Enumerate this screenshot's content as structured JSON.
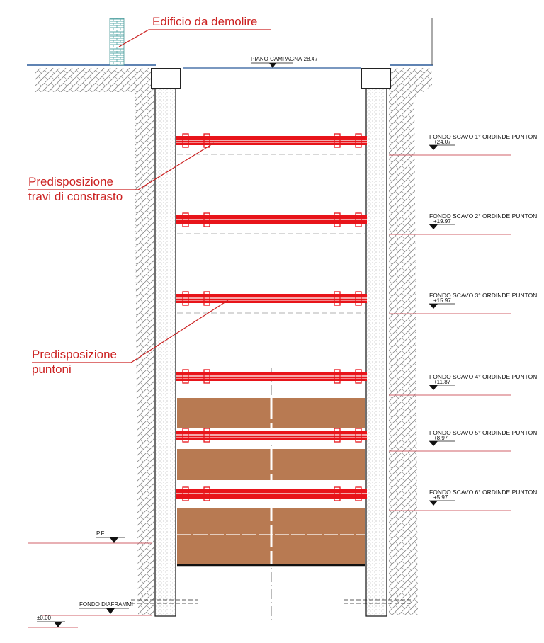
{
  "callouts": {
    "building": "Edificio da demolire",
    "beams_line1": "Predisposizione",
    "beams_line2": "travi di constrasto",
    "struts_line1": "Predisposizione",
    "struts_line2": "puntoni"
  },
  "ground": {
    "label": "PIANO CAMPAGNA",
    "elevation": "+28.47"
  },
  "levels": [
    {
      "label": "FONDO SCAVO 1° ORDINDE PUNTONI",
      "elevation": "+24.07"
    },
    {
      "label": "FONDO SCAVO 2° ORDINDE PUNTONI",
      "elevation": "+19.97"
    },
    {
      "label": "FONDO SCAVO 3° ORDINDE PUNTONI",
      "elevation": "+15.97"
    },
    {
      "label": "FONDO SCAVO 4° ORDINDE PUNTONI",
      "elevation": "+11.87"
    },
    {
      "label": "FONDO SCAVO 5° ORDINDE PUNTONI",
      "elevation": "+8.97"
    },
    {
      "label": "FONDO SCAVO 6° ORDINDE PUNTONI",
      "elevation": "+5.97"
    }
  ],
  "markers": {
    "pf": "P.F.",
    "wall_base": "FONDO DIAFRAMMI",
    "datum": "±0.00"
  },
  "colors": {
    "strut": "#e8141a",
    "callout": "#cc2222",
    "soil_fill": "#b87a52",
    "ground_line": "#2a5a9a",
    "level_line": "#d0606a"
  }
}
